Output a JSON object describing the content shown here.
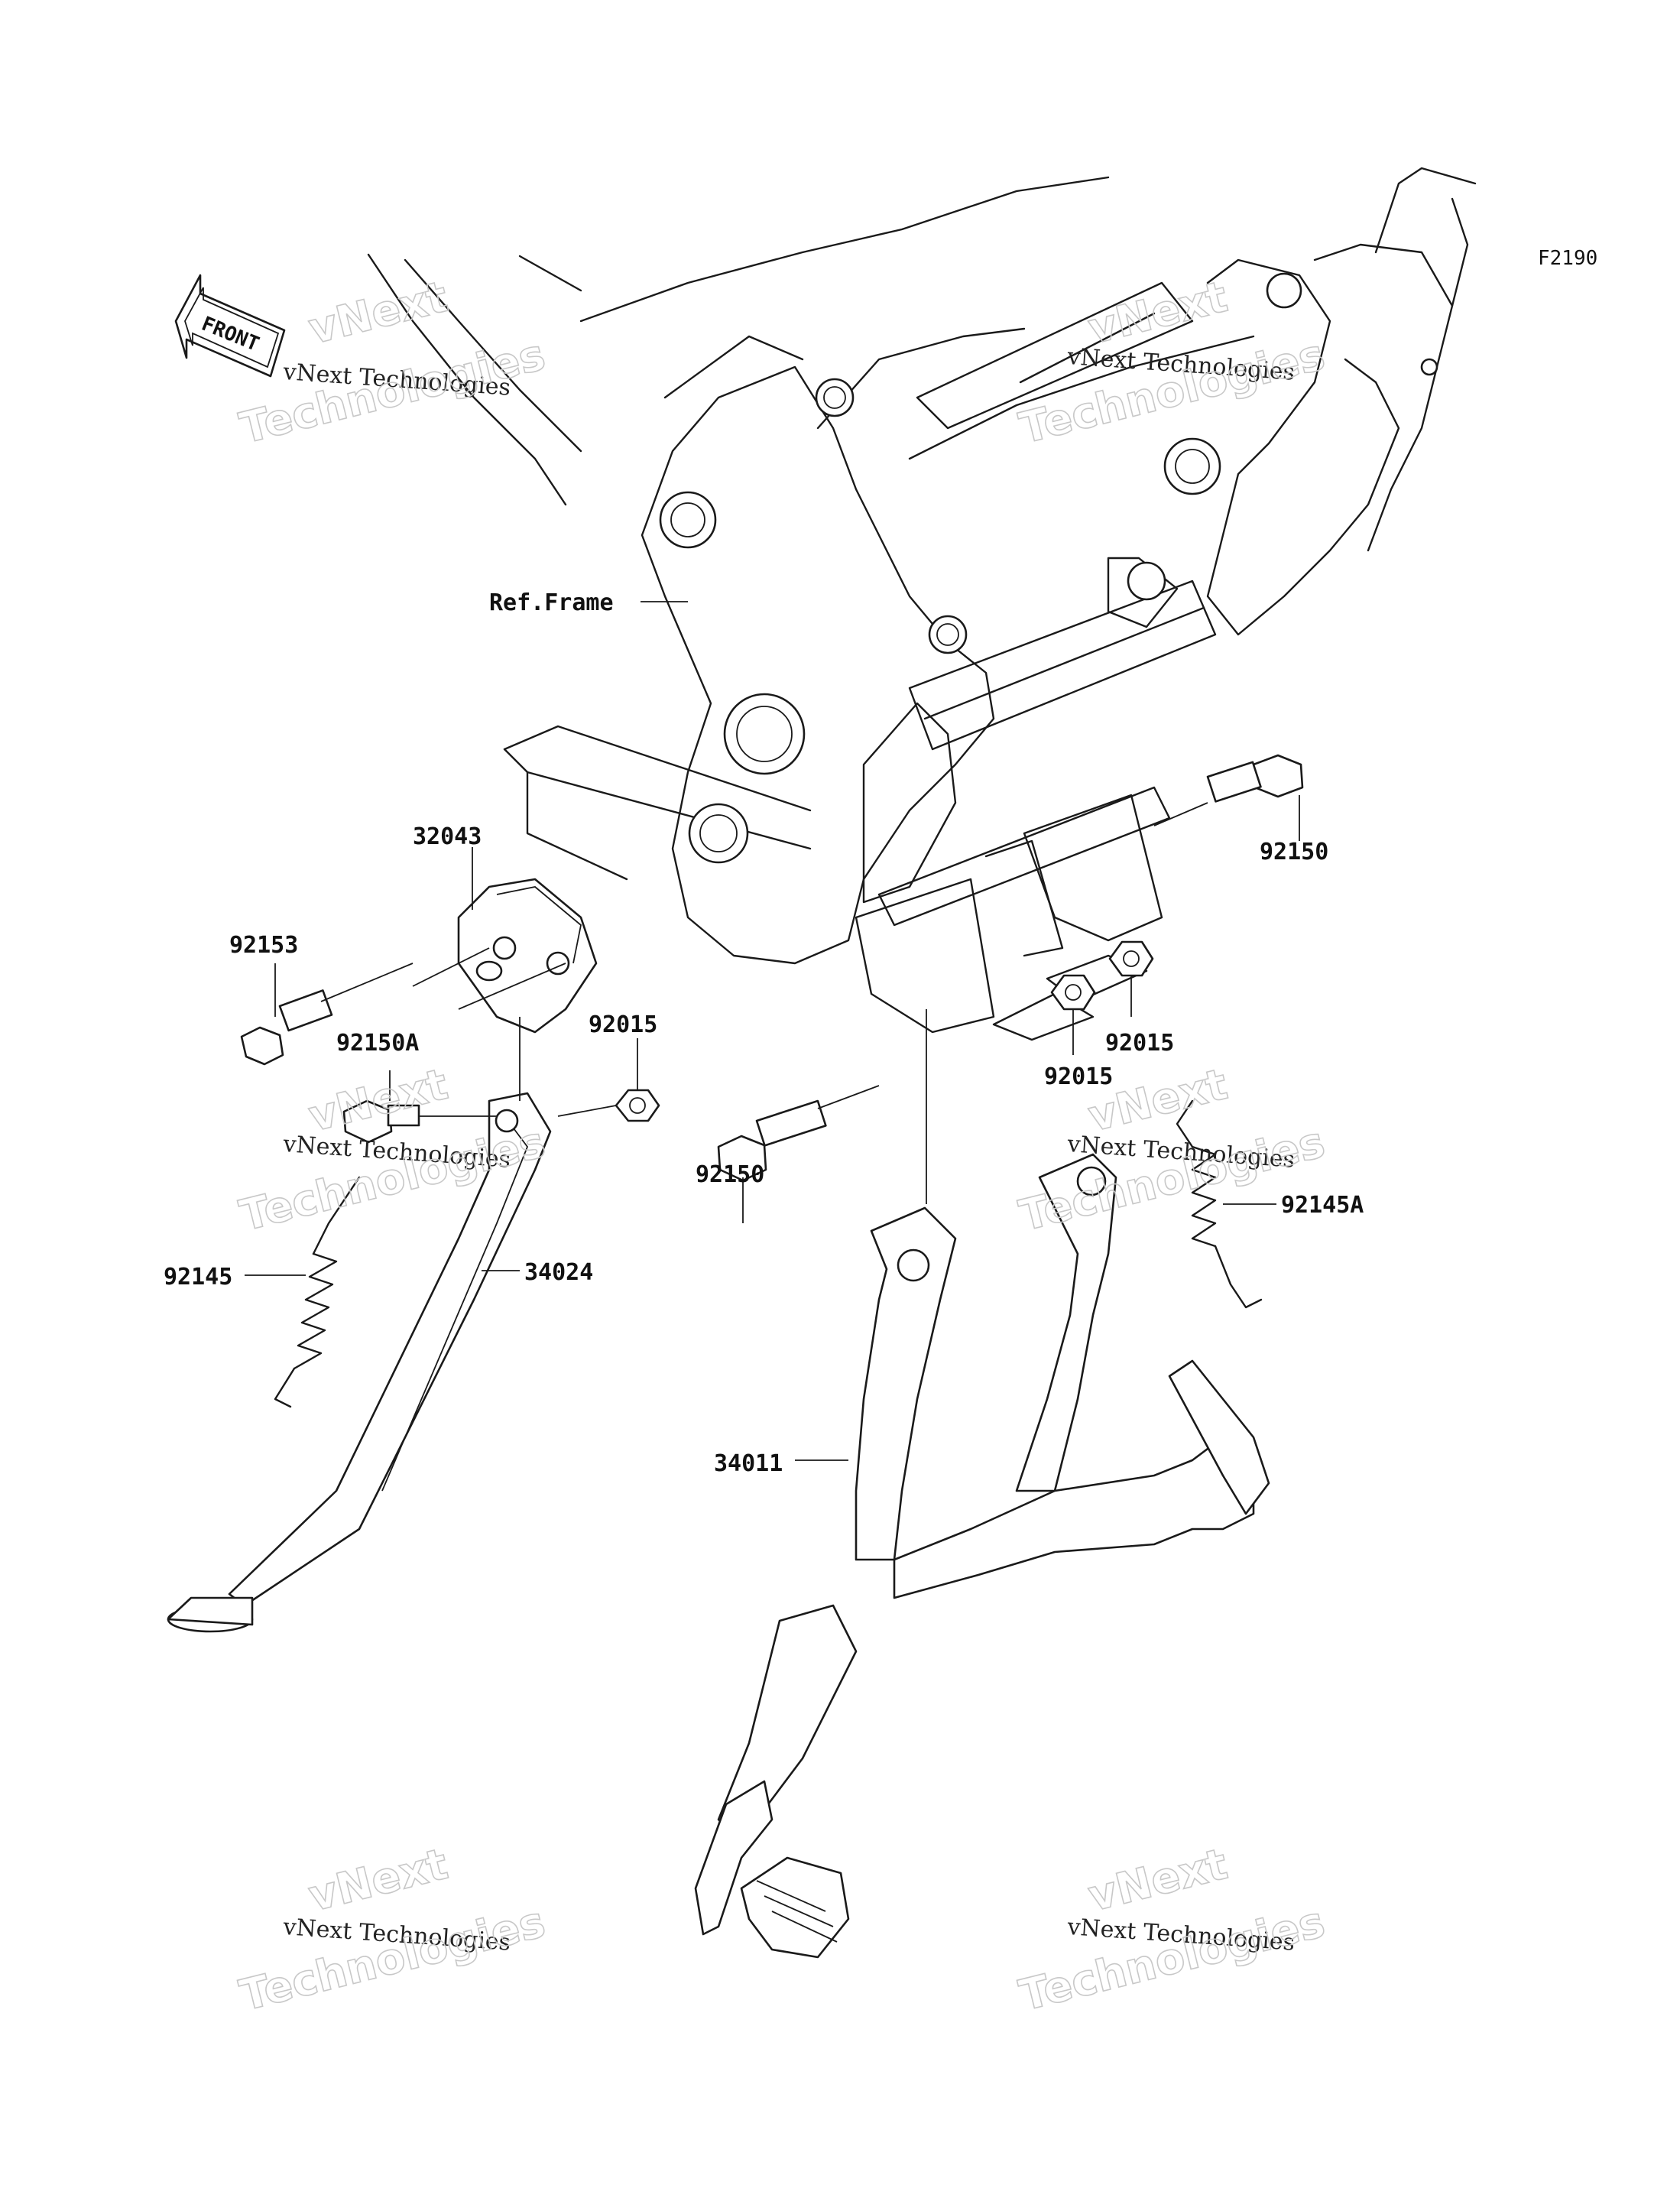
{
  "figure_id": "F2190",
  "front_label": "FRONT",
  "ref_label": "Ref.Frame",
  "parts": {
    "p32043": "32043",
    "p92153": "92153",
    "p92150A": "92150A",
    "p92015_a": "92015",
    "p92015_b": "92015",
    "p92015_c": "92015",
    "p92150_a": "92150",
    "p92150_b": "92150",
    "p92145": "92145",
    "p34024": "34024",
    "p92145A": "92145A",
    "p34011": "34011"
  },
  "watermark": {
    "line1": "vNext",
    "line2": "vNext Technologies",
    "line3": "Technologies"
  },
  "icons": [
    "front-arrow-icon"
  ],
  "colors": {
    "line": "#1a1a1a",
    "watermark": "#c8c8c8",
    "background": "#ffffff"
  }
}
